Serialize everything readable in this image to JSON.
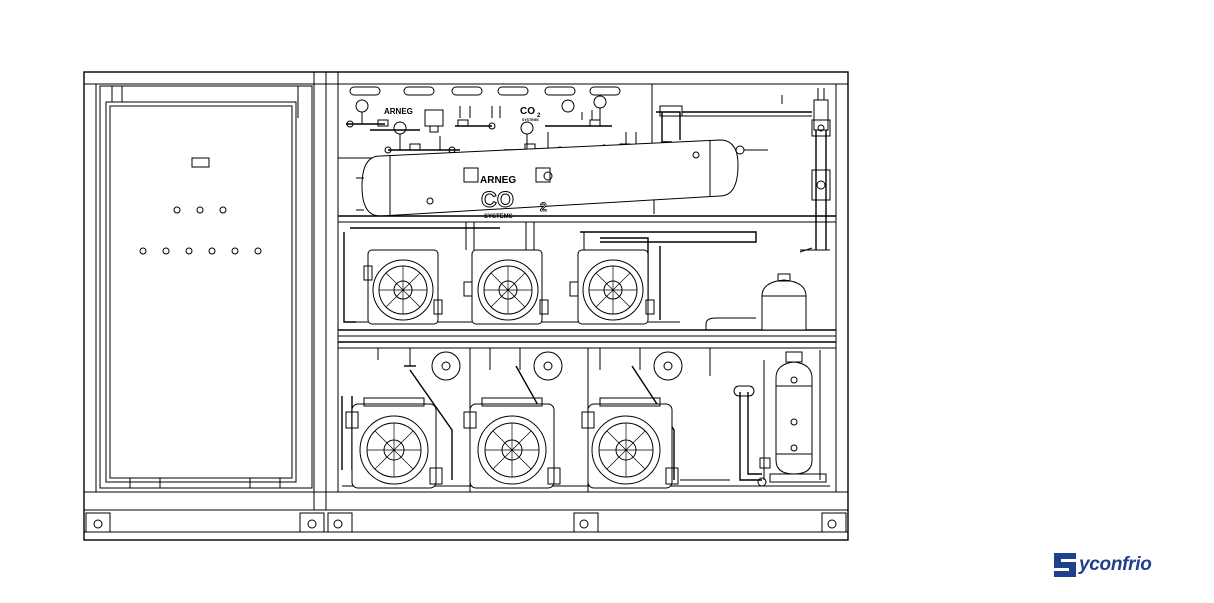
{
  "diagram": {
    "panel_brand_label": "ARNEG",
    "panel_co2_label": "CO",
    "panel_co2_subscript": "2",
    "panel_systems_label": "SYSTEMS",
    "receiver_brand_label": "ARNEG",
    "receiver_co2_label": "CO",
    "receiver_co2_subscript": "2",
    "receiver_systems_label": "SYSTEMS"
  },
  "logo": {
    "text": "yconfrio",
    "brand_color": "#1f3f8f"
  }
}
